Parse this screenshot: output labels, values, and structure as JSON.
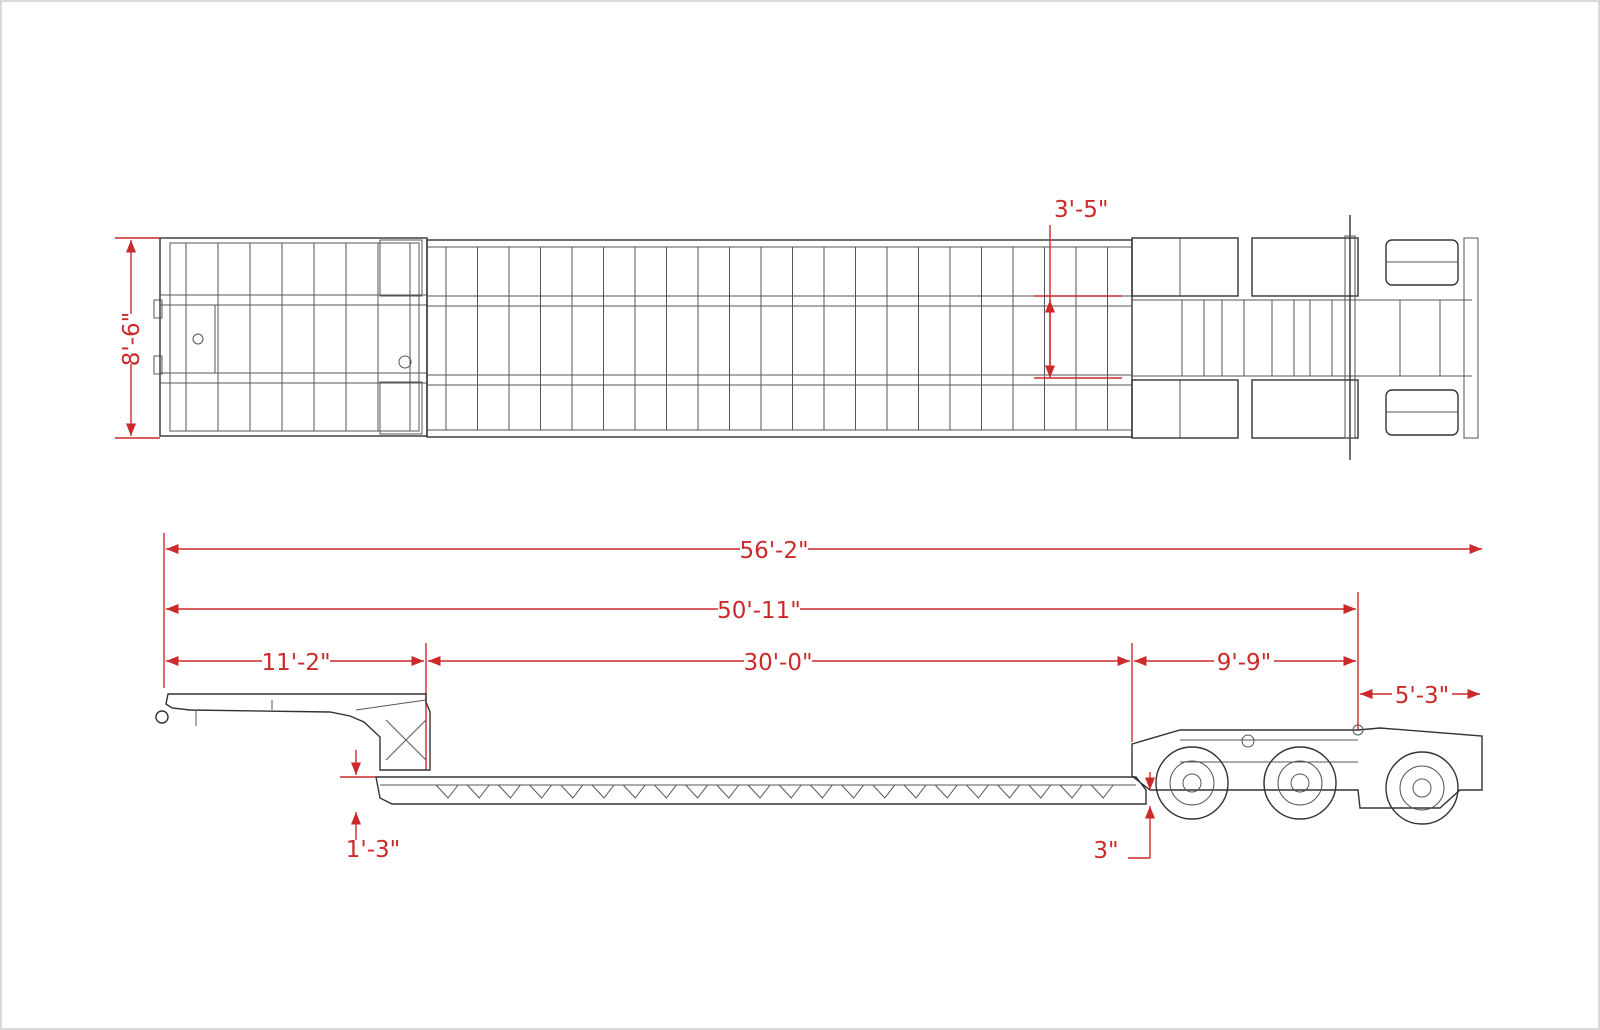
{
  "colors": {
    "dimension": "#cc2a2a",
    "drawing": "#444444",
    "background": "#ffffff"
  },
  "top_view": {
    "width_dim": "8'-6\"",
    "inner_dim": "3'-5\""
  },
  "side_view": {
    "overall_length": "56'-2\"",
    "trailer_length": "50'-11\"",
    "gooseneck_length": "11'-2\"",
    "well_length": "30'-0\"",
    "rear_deck_length": "9'-9\"",
    "rear_overhang": "5'-3\"",
    "deck_height": "1'-3\"",
    "ground_clearance": "3\""
  }
}
